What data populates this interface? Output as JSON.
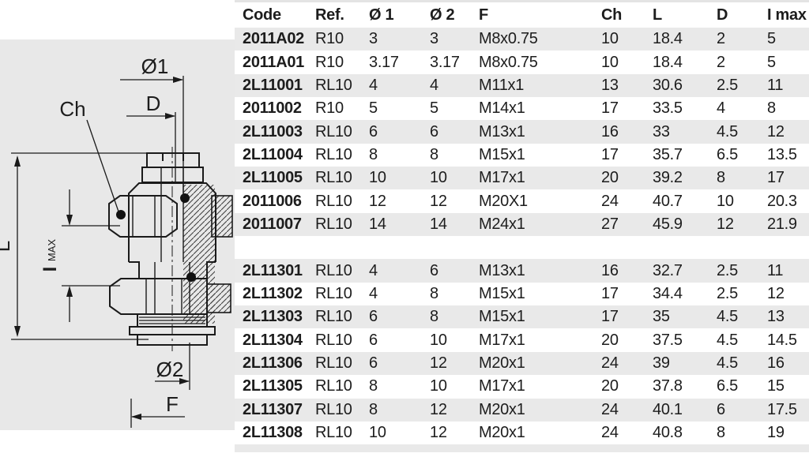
{
  "diagram": {
    "labels": {
      "dia1": "Ø1",
      "ch": "Ch",
      "d": "D",
      "l": "L",
      "i": "I",
      "max": "MAX",
      "dia2": "Ø2",
      "f": "F"
    }
  },
  "table": {
    "columns": [
      {
        "key": "code",
        "label": "Code"
      },
      {
        "key": "ref",
        "label": "Ref."
      },
      {
        "key": "dia1",
        "label": "Ø 1"
      },
      {
        "key": "dia2",
        "label": "Ø 2"
      },
      {
        "key": "f",
        "label": "F"
      },
      {
        "key": "ch",
        "label": "Ch"
      },
      {
        "key": "l",
        "label": "L"
      },
      {
        "key": "d",
        "label": "D"
      },
      {
        "key": "imax",
        "label": "I max"
      }
    ],
    "groups": [
      [
        [
          "2011A02",
          "R10",
          "3",
          "3",
          "M8x0.75",
          "10",
          "18.4",
          "2",
          "5"
        ],
        [
          "2011A01",
          "R10",
          "3.17",
          "3.17",
          "M8x0.75",
          "10",
          "18.4",
          "2",
          "5"
        ],
        [
          "2L11001",
          "RL10",
          "4",
          "4",
          "M11x1",
          "13",
          "30.6",
          "2.5",
          "11"
        ],
        [
          "2011002",
          "R10",
          "5",
          "5",
          "M14x1",
          "17",
          "33.5",
          "4",
          "8"
        ],
        [
          "2L11003",
          "RL10",
          "6",
          "6",
          "M13x1",
          "16",
          "33",
          "4.5",
          "12"
        ],
        [
          "2L11004",
          "RL10",
          "8",
          "8",
          "M15x1",
          "17",
          "35.7",
          "6.5",
          "13.5"
        ],
        [
          "2L11005",
          "RL10",
          "10",
          "10",
          "M17x1",
          "20",
          "39.2",
          "8",
          "17"
        ],
        [
          "2011006",
          "RL10",
          "12",
          "12",
          "M20X1",
          "24",
          "40.7",
          "10",
          "20.3"
        ],
        [
          "2011007",
          "RL10",
          "14",
          "14",
          "M24x1",
          "27",
          "45.9",
          "12",
          "21.9"
        ]
      ],
      [
        [
          "2L11301",
          "RL10",
          "4",
          "6",
          "M13x1",
          "16",
          "32.7",
          "2.5",
          "11"
        ],
        [
          "2L11302",
          "RL10",
          "4",
          "8",
          "M15x1",
          "17",
          "34.4",
          "2.5",
          "12"
        ],
        [
          "2L11303",
          "RL10",
          "6",
          "8",
          "M15x1",
          "17",
          "35",
          "4.5",
          "13"
        ],
        [
          "2L11304",
          "RL10",
          "6",
          "10",
          "M17x1",
          "20",
          "37.5",
          "4.5",
          "14.5"
        ],
        [
          "2L11306",
          "RL10",
          "6",
          "12",
          "M20x1",
          "24",
          "39",
          "4.5",
          "16"
        ],
        [
          "2L11305",
          "RL10",
          "8",
          "10",
          "M17x1",
          "20",
          "37.8",
          "6.5",
          "15"
        ],
        [
          "2L11307",
          "RL10",
          "8",
          "12",
          "M20x1",
          "24",
          "40.1",
          "6",
          "17.5"
        ],
        [
          "2L11308",
          "RL10",
          "10",
          "12",
          "M20x1",
          "24",
          "40.8",
          "8",
          "19"
        ]
      ]
    ]
  },
  "colors": {
    "stripe": "#e9e9e9",
    "panel": "#e8e8e8",
    "ink": "#1d1d1d",
    "line": "#1a1a1a"
  }
}
